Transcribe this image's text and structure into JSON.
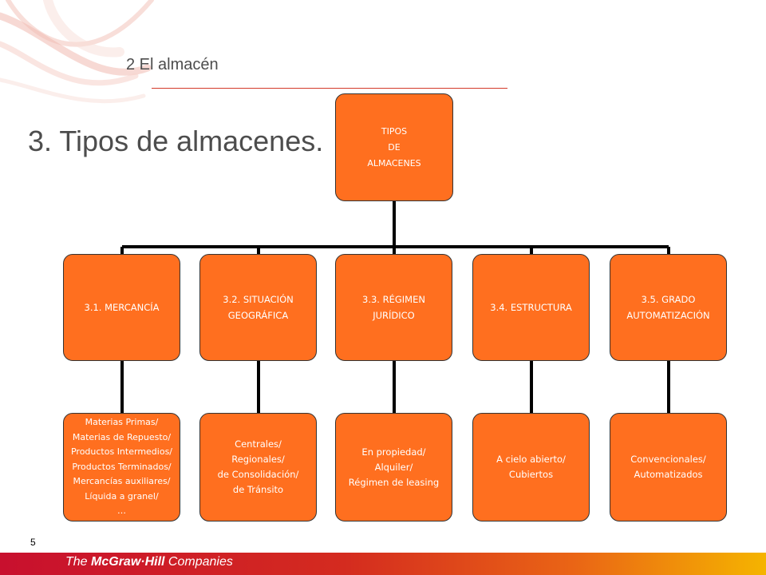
{
  "header": {
    "section_title": "2 El almacén"
  },
  "slide": {
    "heading": "3. Tipos de almacenes."
  },
  "diagram": {
    "root": {
      "lines": [
        "TIPOS",
        "DE",
        "ALMACENES"
      ]
    },
    "categories": [
      {
        "lines": [
          "3.1. MERCANCÍA"
        ]
      },
      {
        "lines": [
          "3.2. SITUACIÓN",
          "GEOGRÁFICA"
        ]
      },
      {
        "lines": [
          "3.3. RÉGIMEN",
          "JURÍDICO"
        ]
      },
      {
        "lines": [
          "3.4. ESTRUCTURA"
        ]
      },
      {
        "lines": [
          "3.5. GRADO",
          "AUTOMATIZACIÓN"
        ]
      }
    ],
    "leaves": [
      {
        "lines": [
          "Materias Primas/",
          "Materias de Repuesto/",
          "Productos Intermedios/",
          "Productos Terminados/",
          "Mercancías auxiliares/",
          "Líquida a granel/",
          "…"
        ]
      },
      {
        "lines": [
          "Centrales/",
          "Regionales/",
          "de Consolidación/",
          "de Tránsito"
        ]
      },
      {
        "lines": [
          "En propiedad/",
          "Alquiler/",
          "Régimen de leasing"
        ]
      },
      {
        "lines": [
          "A cielo abierto/",
          "Cubiertos"
        ]
      },
      {
        "lines": [
          "Convencionales/",
          "Automatizados"
        ]
      }
    ]
  },
  "footer": {
    "page_number": "5",
    "brand_prefix": "The ",
    "brand_name": "McGraw·Hill",
    "brand_suffix": " Companies"
  },
  "colors": {
    "box_fill": "#ff6f1f",
    "connector": "#000000",
    "rule": "#d43a2a"
  }
}
